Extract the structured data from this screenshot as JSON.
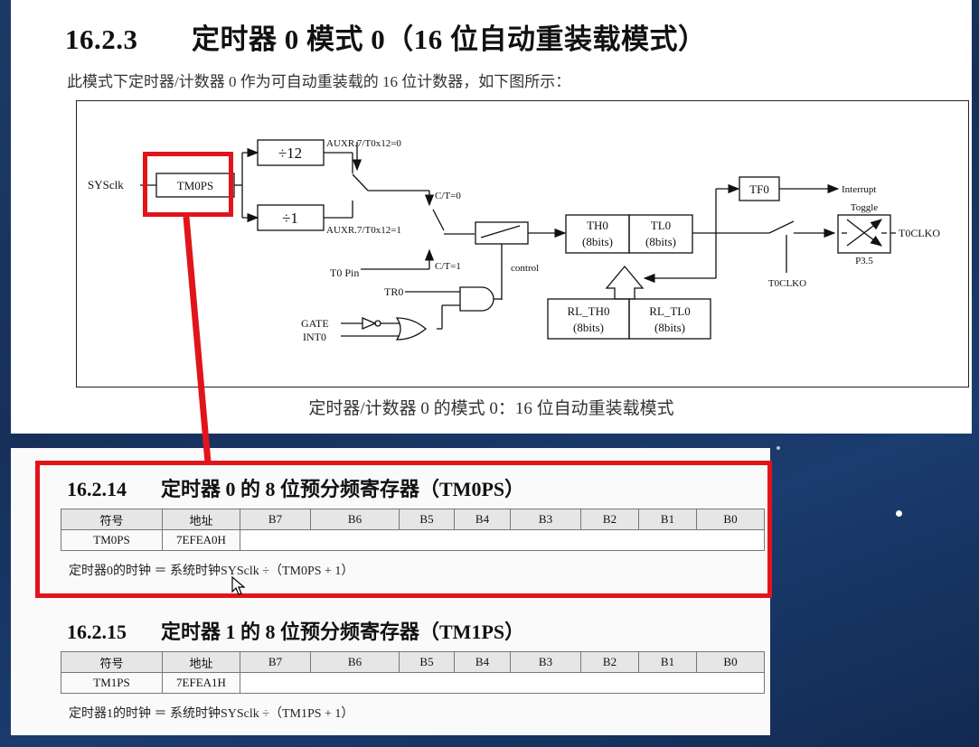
{
  "section_main": {
    "number": "16.2.3",
    "title": "定时器 0 模式 0（16 位自动重装载模式）",
    "intro": "此模式下定时器/计数器 0 作为可自动重装载的 16 位计数器，如下图所示：",
    "caption": "定时器/计数器 0 的模式 0：16 位自动重装载模式"
  },
  "diagram": {
    "sysclk": "SYSclk",
    "tm0ps": "TM0PS",
    "div12": "÷12",
    "div1": "÷1",
    "auxr_0": "AUXR.7/T0x12=0",
    "auxr_1": "AUXR.7/T0x12=1",
    "ct0": "C/T=0",
    "ct1": "C/T=1",
    "t0pin": "T0 Pin",
    "tr0": "TR0",
    "gate": "GATE",
    "int0": "INT0",
    "control": "control",
    "th0": "TH0",
    "tl0": "TL0",
    "bits8": "(8bits)",
    "rl_th0": "RL_TH0",
    "rl_tl0": "RL_TL0",
    "tf0": "TF0",
    "interrupt": "Interrupt",
    "toggle": "Toggle",
    "t0clko": "T0CLKO",
    "p35": "P3.5"
  },
  "reg_tm0ps": {
    "number": "16.2.14",
    "title": "定时器 0 的 8 位预分频寄存器（TM0PS）",
    "headers": [
      "符号",
      "地址",
      "B7",
      "B6",
      "B5",
      "B4",
      "B3",
      "B2",
      "B1",
      "B0"
    ],
    "symbol": "TM0PS",
    "address": "7EFEA0H",
    "formula": "定时器0的时钟 ＝ 系统时钟SYSclk ÷（TM0PS + 1）"
  },
  "reg_tm1ps": {
    "number": "16.2.15",
    "title": "定时器 1 的 8 位预分频寄存器（TM1PS）",
    "headers": [
      "符号",
      "地址",
      "B7",
      "B6",
      "B5",
      "B4",
      "B3",
      "B2",
      "B1",
      "B0"
    ],
    "symbol": "TM1PS",
    "address": "7EFEA1H",
    "formula": "定时器1的时钟 ＝ 系统时钟SYSclk ÷（TM1PS + 1）"
  },
  "colors": {
    "highlight_red": "#e1141c",
    "background_blue": "#1a3c6e"
  }
}
